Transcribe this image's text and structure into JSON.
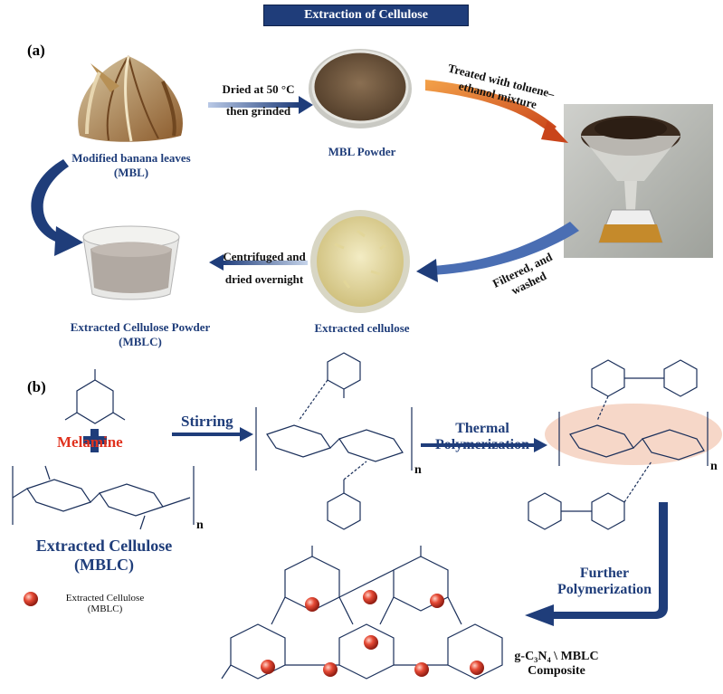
{
  "title": "Extraction of Cellulose",
  "panel_a_label": "(a)",
  "panel_b_label": "(b)",
  "steps": {
    "mbl_caption_line1": "Modified banana leaves",
    "mbl_caption_line2": "(MBL)",
    "dry_line1": "Dried at 50 °C",
    "dry_line2": "then grinded",
    "powder_caption": "MBL Powder",
    "treat_line1": "Treated with toluene–",
    "treat_line2": "ethanol mixture",
    "filter_line1": "Filtered, and",
    "filter_line2": "washed",
    "extracted_caption": "Extracted cellulose",
    "centrifuge_line1": "Centrifuged and",
    "centrifuge_line2": "dried overnight",
    "mblc_caption_line1": "Extracted Cellulose Powder",
    "mblc_caption_line2": "(MBLC)"
  },
  "scheme": {
    "melamine": "Melamine",
    "plus": "+",
    "cellulose_line1": "Extracted Cellulose",
    "cellulose_line2": "(MBLC)",
    "stirring": "Stirring",
    "thermal_line1": "Thermal",
    "thermal_line2": "Polymerization",
    "further_line1": "Further",
    "further_line2": "Polymerization",
    "legend_line1": "Extracted Cellulose",
    "legend_line2": "(MBLC)",
    "composite_line1": "g-C₃N₄ \\ MBLC",
    "composite_line2": "Composite",
    "repeat_n": "n"
  },
  "colors": {
    "title_bg": "#1f3d7a",
    "arrow_blue": "#1f3d7a",
    "arrow_orange": "#e8641c",
    "melamine_red": "#e0321e",
    "sphere_red": "#d9342b",
    "halo": "#f6d7c8"
  }
}
